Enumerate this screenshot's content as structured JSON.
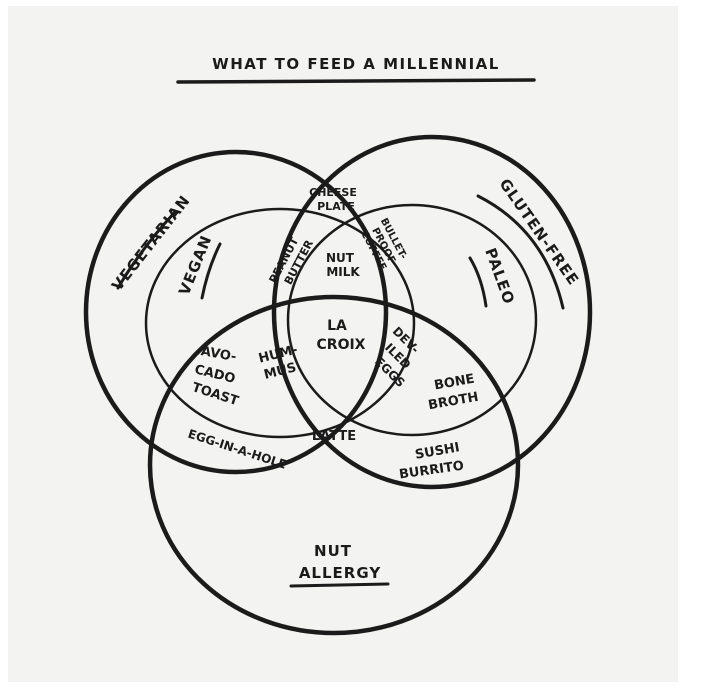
{
  "title": "WHAT TO FEED A MILLENNIAL",
  "sets": {
    "vegetarian": "VEGETARIAN",
    "vegan": "VEGAN",
    "gluten_free": "GLUTEN-FREE",
    "paleo": "PALEO",
    "nut_allergy_line1": "NUT",
    "nut_allergy_line2": "ALLERGY"
  },
  "items": {
    "cheese_plate": [
      "CHEESE",
      "PLATE"
    ],
    "peanut_butter": [
      "PEANUT",
      "BUTTER"
    ],
    "nut_milk": [
      "NUT",
      "MILK"
    ],
    "bulletproof_coffee": [
      "BULLET-",
      "PROOF",
      "COFFEE"
    ],
    "la_croix": [
      "LA",
      "CROIX"
    ],
    "avocado_toast": [
      "AVO-",
      "CADO",
      "TOAST"
    ],
    "hummus": [
      "HUM-",
      "MUS"
    ],
    "deviled_eggs": [
      "DEV-",
      "ILED",
      "EGGS"
    ],
    "bone_broth": [
      "BONE",
      "BROTH"
    ],
    "egg_in_a_hole": "EGG-IN-A-HOLE",
    "latte": "LATTE",
    "sushi_burrito": [
      "SUSHI",
      "BURRITO"
    ]
  }
}
